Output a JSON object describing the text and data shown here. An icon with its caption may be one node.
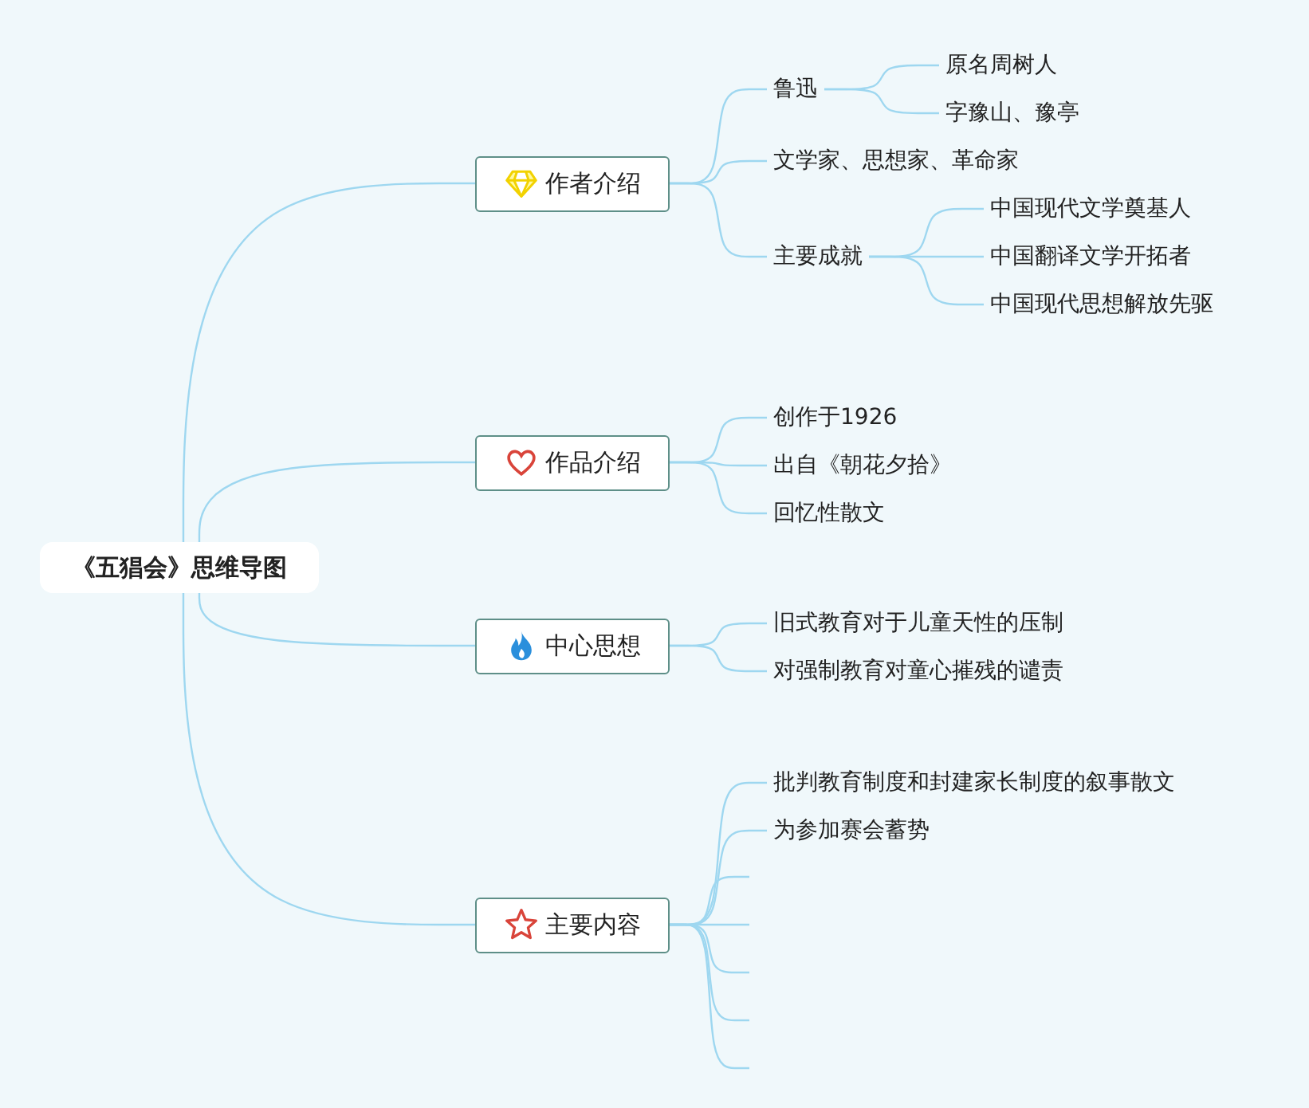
{
  "diagram": {
    "nodes": [
      {
        "text": [
          "《五猖会》思维导图"
        ]
      },
      {
        "text": [
          "作者介绍"
        ]
      },
      {
        "text": [
          "鲁迅"
        ]
      },
      {
        "text": [
          "原名周树人"
        ]
      },
      {
        "text": [
          "字豫山、豫亭"
        ]
      },
      {
        "text": [
          "文学家、思想家、革命家"
        ]
      },
      {
        "text": [
          "主要成就"
        ]
      },
      {
        "text": [
          "中国现代文学奠基人"
        ]
      },
      {
        "text": [
          "中国翻译文学开拓者"
        ]
      },
      {
        "text": [
          "中国现代思想解放先驱"
        ]
      },
      {
        "text": [
          "作品介绍"
        ]
      },
      {
        "text": [
          "创作于1926"
        ]
      },
      {
        "text": [
          "出自《朝花夕拾》"
        ]
      },
      {
        "text": [
          "回忆性散文"
        ]
      },
      {
        "text": [
          "中心思想"
        ]
      },
      {
        "text": [
          "旧式教育对于儿童天性的压制"
        ]
      },
      {
        "text": [
          "对强制教育对童心摧残的谴责"
        ]
      },
      {
        "text": [
          "主要内容"
        ]
      },
      {
        "text": [
          "批判教育制度和封建家长制度的叙事散文"
        ]
      },
      {
        "text": [
          "为参加赛会蓄势"
        ]
      }
    ],
    "edges": [
      {
        "from": 0,
        "to": 1,
        "arrow": "none"
      },
      {
        "from": 0,
        "to": 10,
        "arrow": "none"
      },
      {
        "from": 0,
        "to": 14,
        "arrow": "none"
      },
      {
        "from": 0,
        "to": 17,
        "arrow": "none"
      },
      {
        "from": 1,
        "to": 2,
        "arrow": "none"
      },
      {
        "from": 1,
        "to": 5,
        "arrow": "none"
      },
      {
        "from": 1,
        "to": 6,
        "arrow": "none"
      },
      {
        "from": 2,
        "to": 3,
        "arrow": "none"
      },
      {
        "from": 2,
        "to": 4,
        "arrow": "none"
      },
      {
        "from": 6,
        "to": 7,
        "arrow": "none"
      },
      {
        "from": 6,
        "to": 8,
        "arrow": "none"
      },
      {
        "from": 6,
        "to": 9,
        "arrow": "none"
      },
      {
        "from": 10,
        "to": 11,
        "arrow": "none"
      },
      {
        "from": 10,
        "to": 12,
        "arrow": "none"
      },
      {
        "from": 10,
        "to": 13,
        "arrow": "none"
      },
      {
        "from": 14,
        "to": 15,
        "arrow": "none"
      },
      {
        "from": 14,
        "to": 16,
        "arrow": "none"
      },
      {
        "from": 17,
        "to": 18,
        "arrow": "none"
      },
      {
        "from": 17,
        "to": 19,
        "arrow": "none"
      },
      {
        "from": 17,
        "to": null,
        "arrow": "none"
      },
      {
        "from": 17,
        "to": null,
        "arrow": "none"
      },
      {
        "from": 17,
        "to": null,
        "arrow": "none"
      },
      {
        "from": 17,
        "to": null,
        "arrow": "none"
      },
      {
        "from": 17,
        "to": null,
        "arrow": "none"
      }
    ]
  }
}
